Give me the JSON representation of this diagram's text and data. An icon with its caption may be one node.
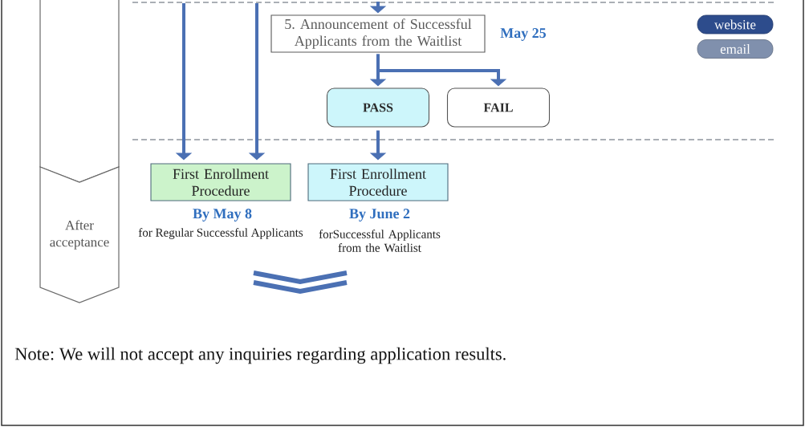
{
  "diagram": {
    "nodes": [
      {
        "text": [],
        "shape": "chevron"
      },
      {
        "text": [
          "5. Announcement of Successful Applicants from the Waitlist"
        ],
        "beside": [
          "May 25"
        ]
      },
      {
        "text": [
          "PASS"
        ]
      },
      {
        "text": [
          "FAIL"
        ]
      },
      {
        "text": [
          "After acceptance"
        ]
      },
      {
        "text": [
          "First Enrollment Procedure"
        ],
        "beside": [
          "By May 8",
          "for Regular Successful Applicants"
        ]
      },
      {
        "text": [
          "First Enrollment Procedure"
        ],
        "beside": [
          "By June 2",
          "forSuccessful Applicants from the Waitlist"
        ]
      }
    ],
    "edges": [
      {
        "from": null,
        "to": 1,
        "arrow": "to"
      },
      {
        "from": 1,
        "to": 2,
        "arrow": "to"
      },
      {
        "from": 1,
        "to": 3,
        "arrow": "to"
      },
      {
        "from": 2,
        "to": 6,
        "arrow": "to"
      },
      {
        "from": null,
        "to": 5,
        "arrow": "to"
      },
      {
        "from": null,
        "to": 5,
        "arrow": "to"
      }
    ],
    "labels": [
      "Note: We will not accept any inquiries regarding application results."
    ],
    "legend": [
      {
        "text": "website",
        "color": "#2d4c8c"
      },
      {
        "text": "email",
        "color": "#8090ad"
      }
    ]
  }
}
